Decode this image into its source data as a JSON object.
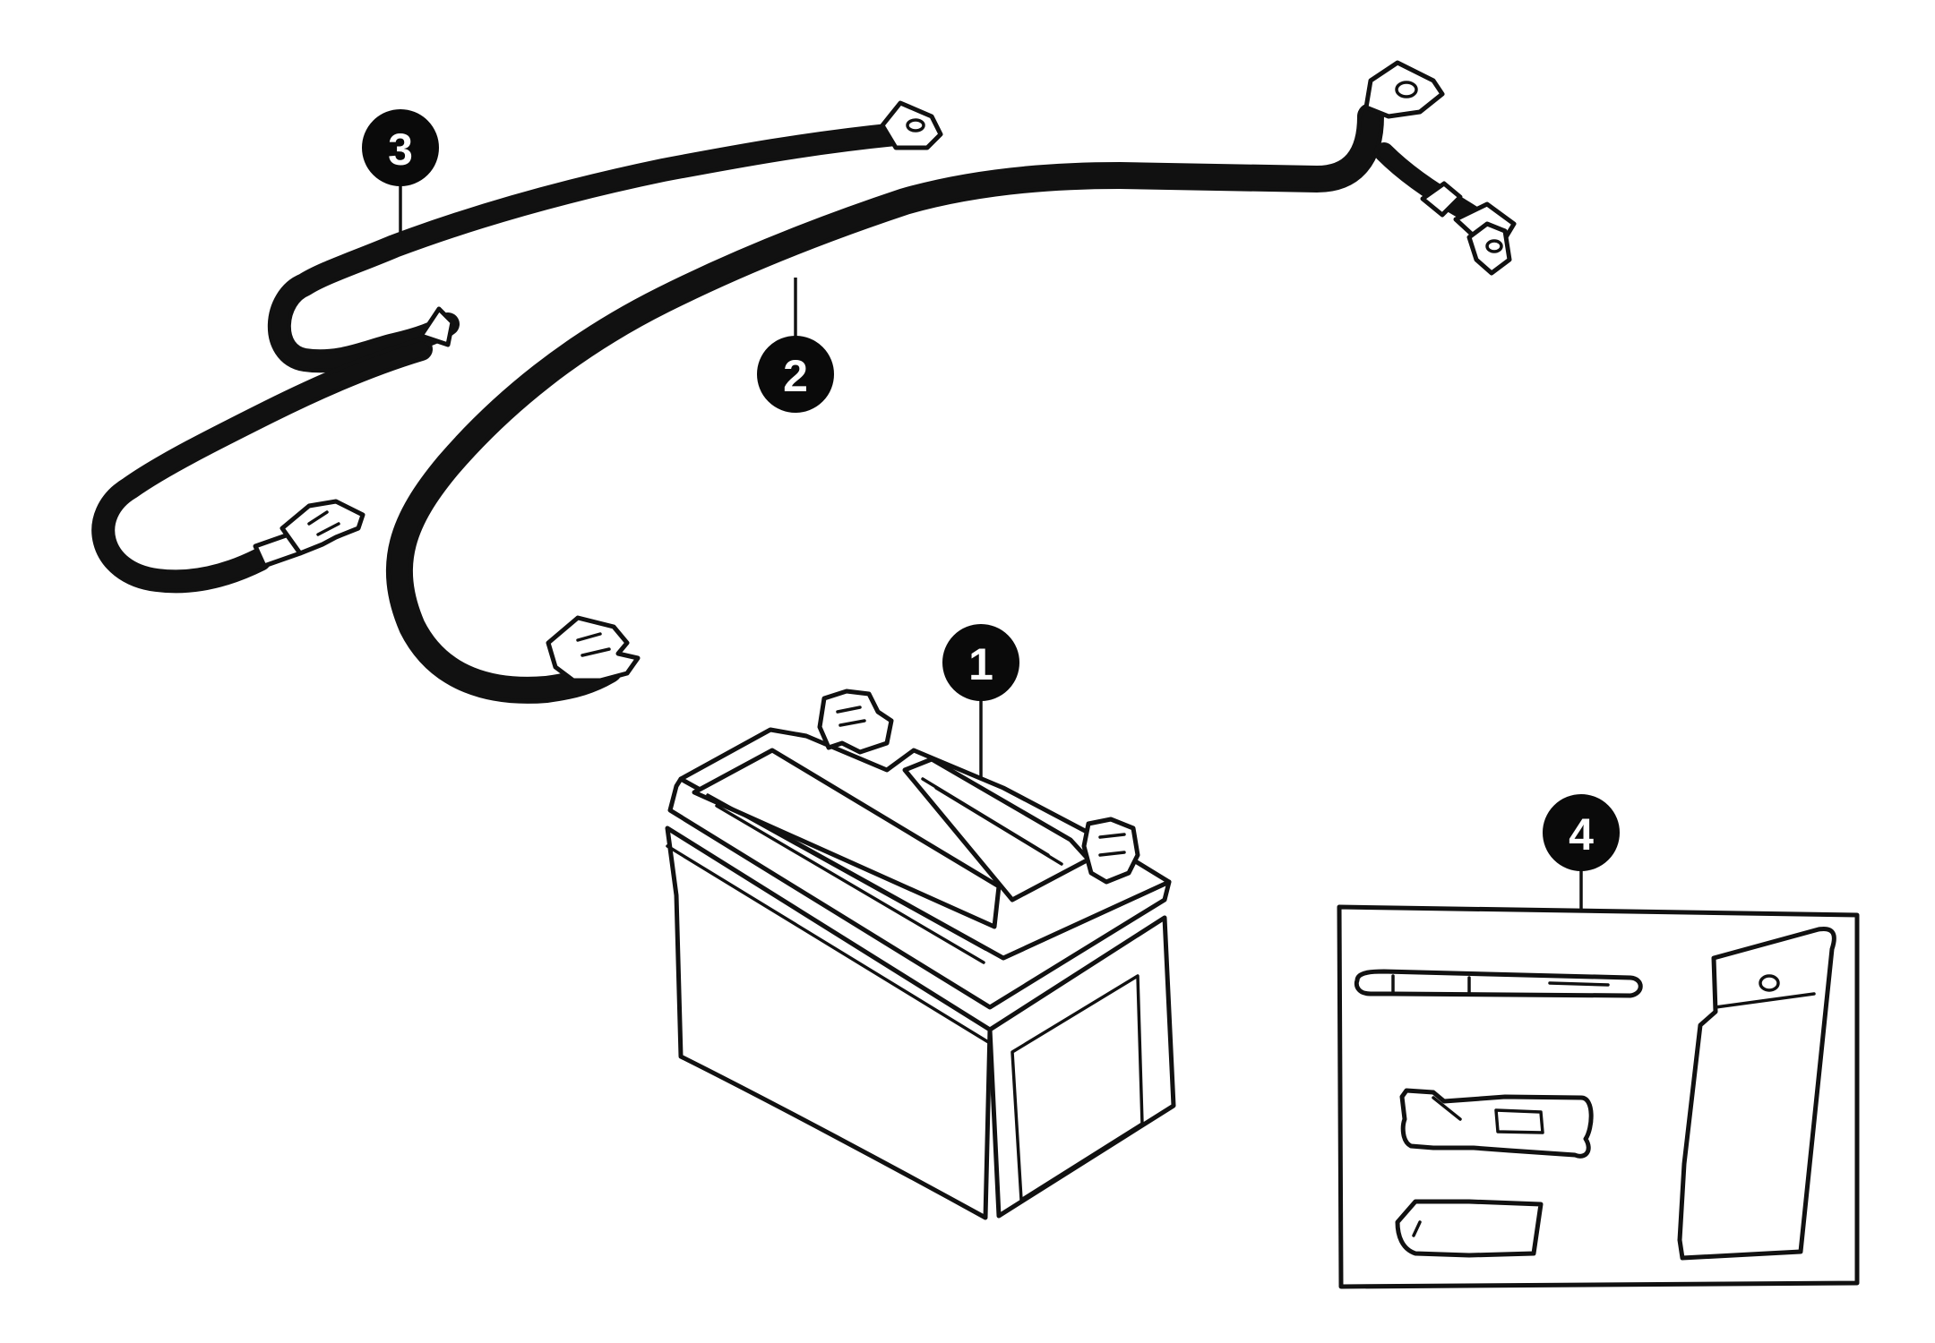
{
  "callouts": [
    {
      "id": "battery",
      "number": "1"
    },
    {
      "id": "positive-cable",
      "number": "2"
    },
    {
      "id": "negative-cable",
      "number": "3"
    },
    {
      "id": "hardware-kit",
      "number": "4"
    }
  ],
  "colors": {
    "line": "#111111",
    "callout_fill": "#0a0a0a",
    "callout_text": "#ffffff",
    "background": "#ffffff"
  }
}
